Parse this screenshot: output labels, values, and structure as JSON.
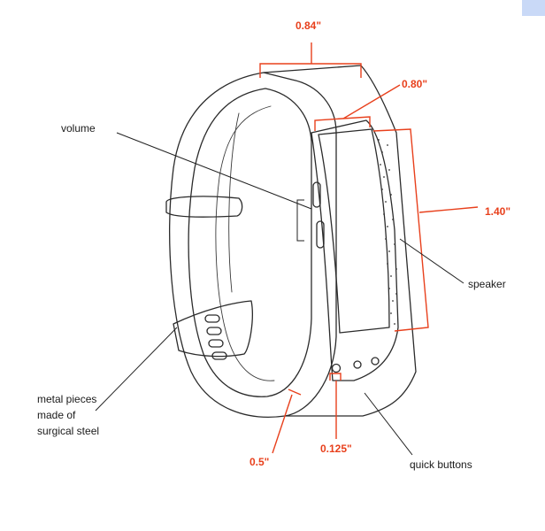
{
  "labels": {
    "volume": "volume",
    "speaker": "speaker",
    "metal_line1": "metal pieces",
    "metal_line2": "made of",
    "metal_line3": "surgical steel",
    "quick_buttons": "quick buttons"
  },
  "dimensions": {
    "top_width": "0.84\"",
    "screen_width": "0.80\"",
    "screen_height": "1.40\"",
    "band_thickness": "0.5\"",
    "button_size": "0.125\""
  },
  "colors": {
    "dimension": "#e8401c",
    "ink": "#2b2b2b",
    "corner_tab": "#c9d9f7"
  }
}
